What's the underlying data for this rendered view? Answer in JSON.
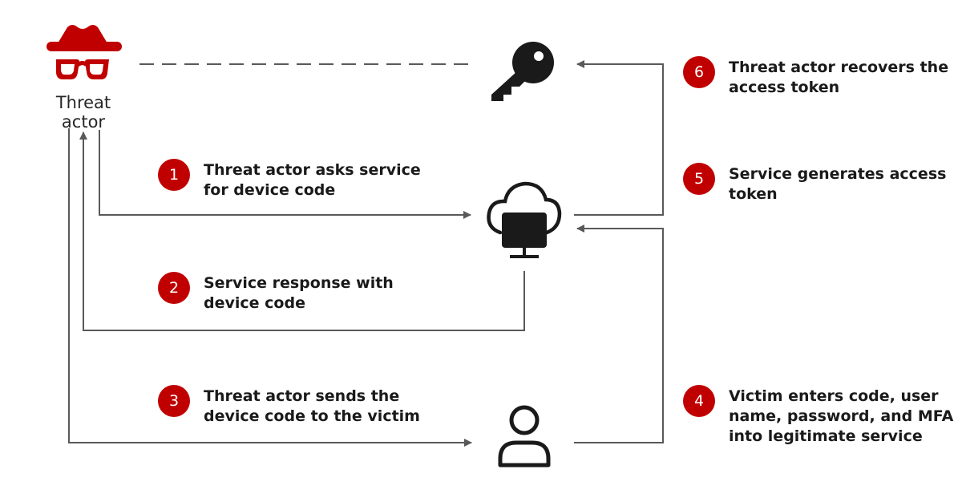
{
  "actor": {
    "label": "Threat actor"
  },
  "steps": [
    {
      "number": "1",
      "text": "Threat actor asks service\nfor device code"
    },
    {
      "number": "2",
      "text": "Service response with\ndevice code"
    },
    {
      "number": "3",
      "text": "Threat actor sends the\ndevice code to the victim"
    },
    {
      "number": "4",
      "text": "Victim enters code, user\nname, password, and MFA\ninto legitimate service"
    },
    {
      "number": "5",
      "text": "Service generates access\ntoken"
    },
    {
      "number": "6",
      "text": "Threat actor recovers the\naccess token"
    }
  ],
  "icons": {
    "threat_actor": "spy-hat-glasses-icon",
    "key": "key-icon",
    "service": "cloud-monitor-icon",
    "victim": "user-icon"
  },
  "colors": {
    "accent": "#c00000",
    "line": "#595959",
    "icon": "#1a1a1a",
    "text": "#1a1a1a"
  }
}
